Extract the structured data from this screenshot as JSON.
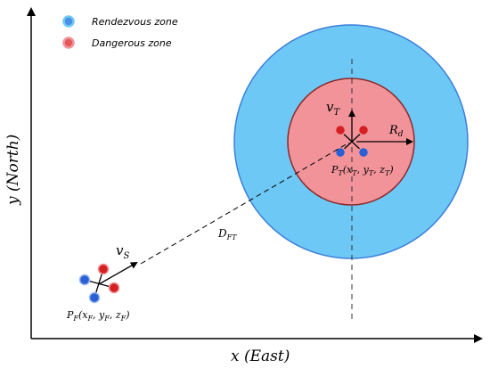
{
  "legend": {
    "items": [
      {
        "label": "Rendezvous zone",
        "color": "#4a8fe6"
      },
      {
        "label": "Dangerous zone",
        "color": "#e05a5a"
      }
    ]
  },
  "axes": {
    "x_label": "x (East)",
    "y_label": "y (North)"
  },
  "labels": {
    "v_T_main": "v",
    "v_T_sub": "T",
    "v_S_main": "v",
    "v_S_sub": "S",
    "R_d_main": "R",
    "R_d_sub": "d",
    "D_FT_main": "D",
    "D_FT_sub": "FT",
    "P_T": {
      "p": "P",
      "p_sub": "T",
      "open": "(",
      "x": "x",
      "x_sub": "T",
      "c1": ", ",
      "y": "y",
      "y_sub": "T",
      "c2": ", ",
      "z": "z",
      "z_sub": "T",
      "close": ")"
    },
    "P_F": {
      "p": "P",
      "p_sub": "F",
      "open": "(",
      "x": "x",
      "x_sub": "F",
      "c1": ", ",
      "y": "y",
      "y_sub": "F",
      "c2": ", ",
      "z": "z",
      "z_sub": "F",
      "close": ")"
    }
  },
  "colors": {
    "rendezvous_fill": "#6ec8f5",
    "rendezvous_stroke": "#3a7fd9",
    "dangerous_fill": "#f2939a",
    "dangerous_stroke": "#8a2a2a",
    "agent_red": "#d42020",
    "agent_blue": "#2a5fd6"
  }
}
